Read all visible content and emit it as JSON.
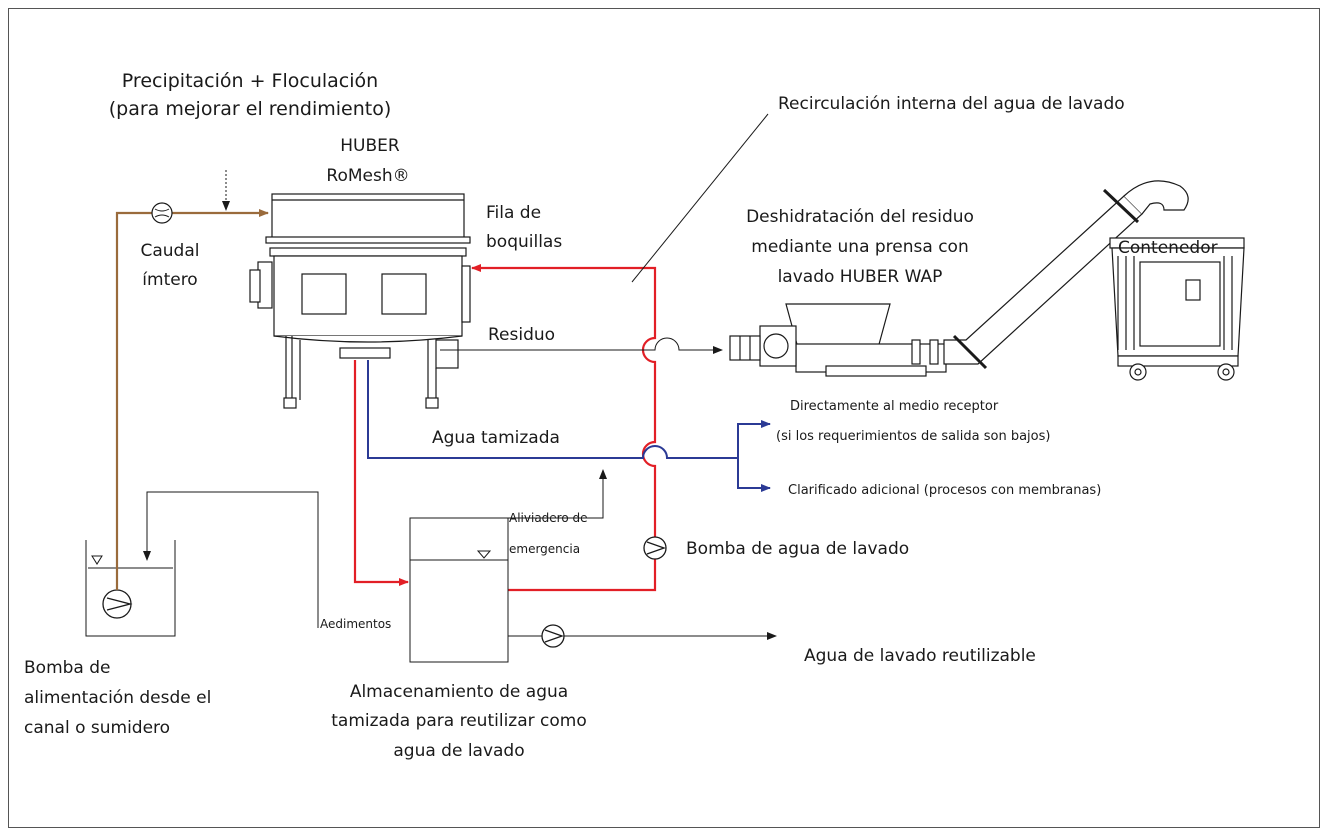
{
  "labels": {
    "precip_1": "Precipitación + Floculación",
    "precip_2": "(para mejorar el rendimiento)",
    "romesh_1": "HUBER",
    "romesh_2": "RoMesh®",
    "fila_1": "Fila de",
    "fila_2": "boquillas",
    "caudal_1": "Caudal",
    "caudal_2": "ímtero",
    "recirc": "Recirculación interna del agua de lavado",
    "deshid_1": "Deshidratación del residuo",
    "deshid_2": "mediante una prensa con",
    "deshid_3": "lavado HUBER WAP",
    "contenedor": "Contenedor",
    "residuo": "Residuo",
    "directo_1": "Directamente al medio receptor",
    "directo_2": "(si los requerimientos de salida son bajos)",
    "agua_tamizada": "Agua tamizada",
    "clarificado": "Clarificado adicional (procesos con membranas)",
    "aliviadero_1": "Aliviadero de",
    "aliviadero_2": "emergencia",
    "bomba_lavado": "Bomba de agua de lavado",
    "aedimentos": "Aedimentos",
    "reutilizable": "Agua de lavado reutilizable",
    "bomba_alim_1": "Bomba de",
    "bomba_alim_2": "alimentación desde el",
    "bomba_alim_3": "canal o sumidero",
    "almac_1": "Almacenamiento de agua",
    "almac_2": "tamizada para reutilizar como",
    "almac_3": "agua de lavado"
  },
  "colors": {
    "feed": "#9a6b3c",
    "wash": "#e21f26",
    "screened": "#2b3a95",
    "line": "#1a1a1a"
  }
}
